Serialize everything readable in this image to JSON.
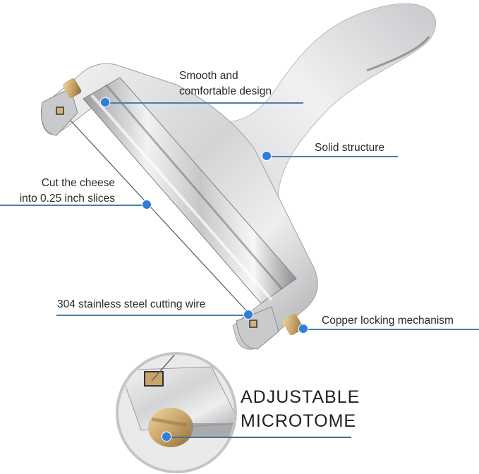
{
  "product": {
    "name": "Cheese slicer with adjustable wire",
    "colors": {
      "background": "#ffffff",
      "callout_line": "#4a7fae",
      "callout_dot": "#2e7fdc",
      "metal": "#d9dadc",
      "brass": "#c9a56a",
      "text": "#2a2a2a"
    }
  },
  "callouts": [
    {
      "id": "smooth",
      "lines": [
        "Smooth and",
        "comfortable design"
      ]
    },
    {
      "id": "solid",
      "lines": [
        "Solid structure"
      ]
    },
    {
      "id": "cut",
      "lines": [
        "Cut the cheese",
        "into 0.25 inch slices"
      ]
    },
    {
      "id": "wire",
      "lines": [
        "304 stainless steel cutting wire"
      ]
    },
    {
      "id": "copper",
      "lines": [
        "Copper locking mechanism"
      ]
    }
  ],
  "detail": {
    "title_lines": [
      "ADJUSTABLE",
      "MICROTOME"
    ]
  }
}
